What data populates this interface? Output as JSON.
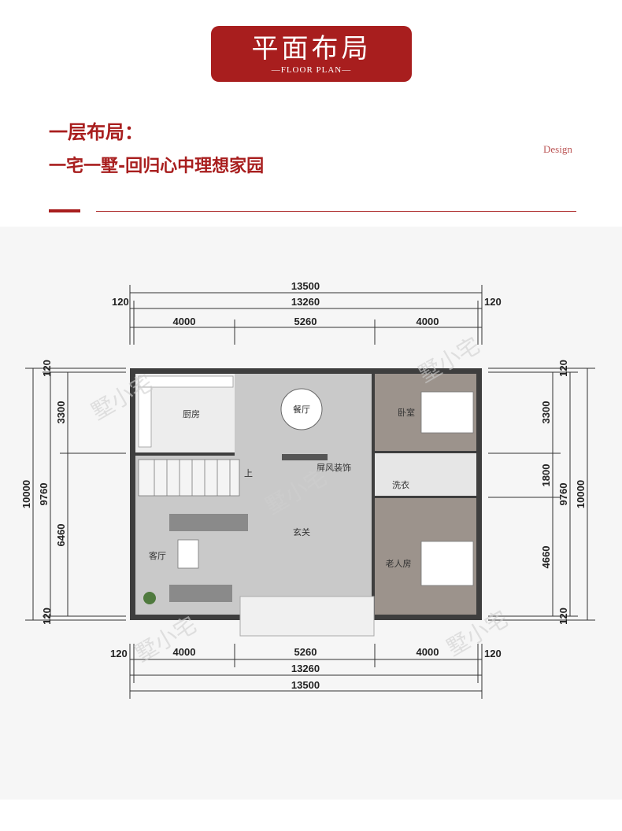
{
  "header": {
    "title": "平面布局",
    "subtitle": "—FLOOR PLAN—"
  },
  "heading": {
    "line1": "一层布局：",
    "line2": "一宅一墅-回归心中理想家园"
  },
  "design_tag": "Design",
  "plan": {
    "dims_top": {
      "total_outer": "13500",
      "total_inner": "13260",
      "wall_left": "120",
      "wall_right": "120",
      "seg1": "4000",
      "seg2": "5260",
      "seg3": "4000"
    },
    "dims_bottom": {
      "total_outer": "13500",
      "total_inner": "13260",
      "wall_left": "120",
      "wall_right": "120",
      "seg1": "4000",
      "seg2": "5260",
      "seg3": "4000"
    },
    "dims_left": {
      "total_outer": "10000",
      "total_inner": "9760",
      "wall_top": "120",
      "wall_bottom": "120",
      "seg1": "3300",
      "seg2": "6460"
    },
    "dims_right": {
      "total_outer": "10000",
      "total_inner": "9760",
      "wall_top": "120",
      "wall_bottom": "120",
      "seg1": "3300",
      "seg2": "1800",
      "seg3": "4660"
    },
    "rooms": {
      "kitchen": "厨房",
      "dining": "餐厅",
      "bedroom": "卧室",
      "screen": "屏风装饰",
      "laundry": "洗衣",
      "foyer": "玄关",
      "living": "客厅",
      "elder_room": "老人房"
    },
    "stair_mark": "上",
    "watermark": "墅小宅"
  }
}
